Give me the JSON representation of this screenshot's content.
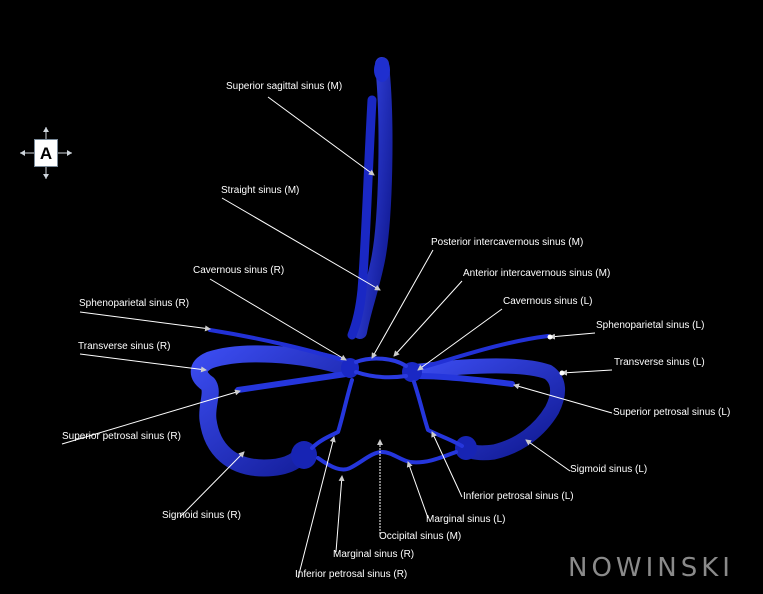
{
  "orientation": {
    "letter": "A"
  },
  "brand": {
    "text": "NOWINSKI",
    "color": "#8a8a8a"
  },
  "colors": {
    "vessel": "#1d2ac8",
    "vessel_dark": "#0a1280",
    "label": "#ffffff",
    "leader": "#ffffff"
  },
  "labels": {
    "superior_sagittal": "Superior sagittal sinus (M)",
    "straight": "Straight sinus (M)",
    "posterior_intercavernous": "Posterior intercavernous sinus (M)",
    "anterior_intercavernous": "Anterior intercavernous sinus (M)",
    "cavernous_r": "Cavernous sinus (R)",
    "cavernous_l": "Cavernous sinus (L)",
    "sphenoparietal_r": "Sphenoparietal sinus (R)",
    "sphenoparietal_l": "Sphenoparietal sinus (L)",
    "transverse_r": "Transverse sinus (R)",
    "transverse_l": "Transverse sinus (L)",
    "superior_petrosal_r": "Superior petrosal sinus (R)",
    "superior_petrosal_l": "Superior petrosal sinus (L)",
    "sigmoid_r": "Sigmoid sinus (R)",
    "sigmoid_l": "Sigmoid sinus (L)",
    "inferior_petrosal_l": "Inferior petrosal sinus (L)",
    "inferior_petrosal_r": "Inferior petrosal sinus (R)",
    "marginal_l": "Marginal sinus (L)",
    "marginal_r": "Marginal sinus (R)",
    "occipital": "Occipital sinus (M)"
  }
}
